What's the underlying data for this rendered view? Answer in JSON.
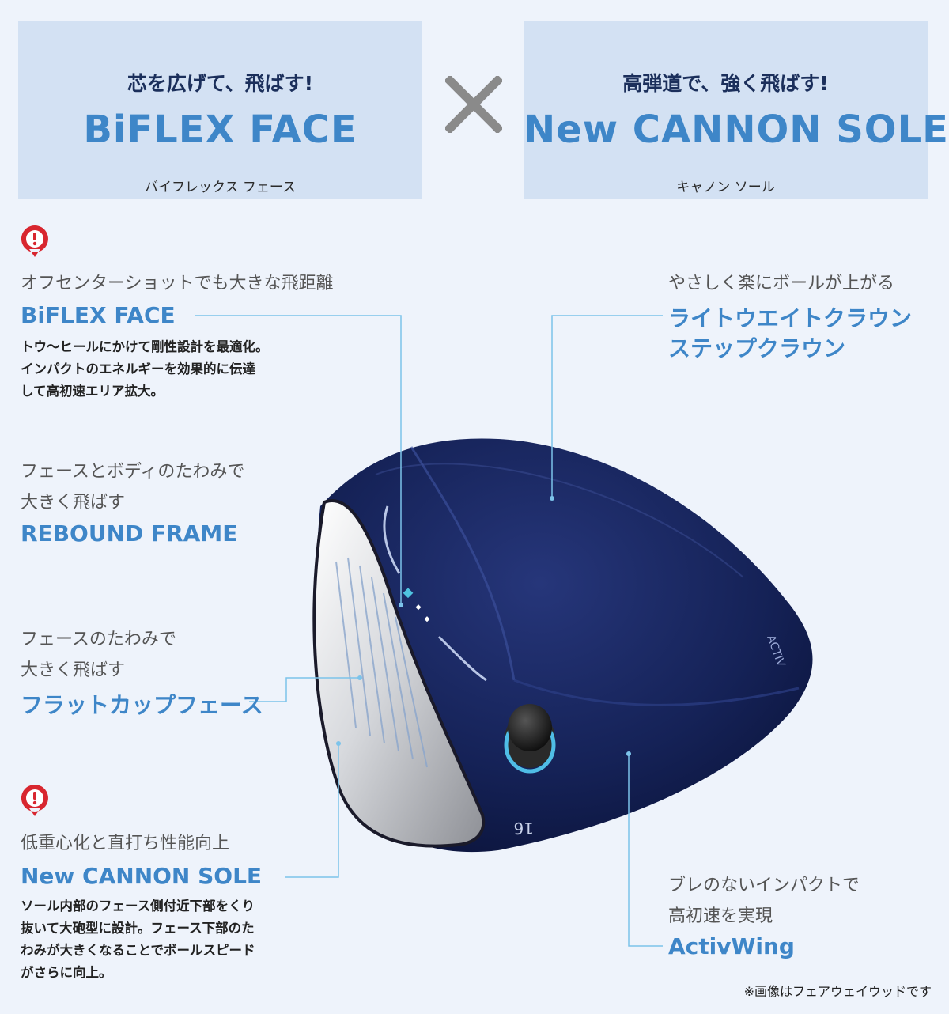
{
  "top": {
    "left": {
      "sub": "芯を広げて、飛ばす!",
      "big": "BiFLEX FACE",
      "kana": "バイフレックス フェース"
    },
    "times_icon": "cross-icon",
    "right": {
      "sub": "高弾道で、強く飛ばす!",
      "big": "New CANNON SOLE",
      "kana": "キャノン ソール"
    }
  },
  "features": {
    "biflex": {
      "icon": "alert-icon",
      "lead": "オフセンターショットでも大きな飛距離",
      "name": "BiFLEX FACE",
      "desc1": "トウ〜ヒールにかけて剛性設計を最適化。",
      "desc2": "インパクトのエネルギーを効果的に伝達",
      "desc3": "して高初速エリア拡大。"
    },
    "rebound": {
      "lead1": "フェースとボディのたわみで",
      "lead2": "大きく飛ばす",
      "name": "REBOUND FRAME"
    },
    "flatcup": {
      "lead1": "フェースのたわみで",
      "lead2": "大きく飛ばす",
      "name": "フラットカップフェース"
    },
    "cannon": {
      "icon": "alert-icon",
      "lead": "低重心化と直打ち性能向上",
      "name": "New CANNON SOLE",
      "desc1": "ソール内部のフェース側付近下部をくり",
      "desc2": "抜いて大砲型に設計。フェース下部のた",
      "desc3": "わみが大きくなることでボールスピード",
      "desc4": "がさらに向上。"
    },
    "crown": {
      "lead": "やさしく楽にボールが上がる",
      "name1": "ライトウエイトクラウン",
      "name2": "ステップクラウン"
    },
    "activwing": {
      "lead1": "ブレのないインパクトで",
      "lead2": "高初速を実現",
      "name": "ActivWing"
    }
  },
  "club": {
    "loft": "16",
    "sole_text": "ACTIV"
  },
  "note": "※画像はフェアウェイウッドです",
  "colors": {
    "accent": "#3e86c8",
    "navy": "#1b2f5b",
    "panel": "#d3e1f3",
    "line": "#7cc3ea",
    "alert": "#d8262f"
  }
}
